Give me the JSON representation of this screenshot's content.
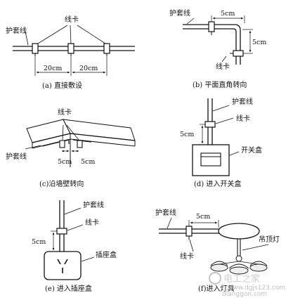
{
  "panels": {
    "a": {
      "caption": "(a) 直接敷设",
      "wire": "护套线",
      "clip": "线卡",
      "dim1": "20cm",
      "dim2": "20cm"
    },
    "b": {
      "caption": "(b) 平面直角转向",
      "wire": "护套线",
      "clip": "线卡",
      "dim_h": "5cm",
      "dim_v": "5cm"
    },
    "c": {
      "caption": "(c)沿墙壁转向",
      "wire": "护套线",
      "clip": "线卡",
      "dim1": "5cm",
      "dim2": "5cm"
    },
    "d": {
      "caption": "(d) 进入开关盒",
      "wire": "护套线",
      "clip": "线卡",
      "dim": "5cm",
      "box": "开关盒"
    },
    "e": {
      "caption": "(e) 进入插座盒",
      "wire": "护套线",
      "clip": "线卡",
      "dim": "5cm",
      "box": "插座盒"
    },
    "f": {
      "caption": "(f)进入灯具",
      "wire": "护套线",
      "clip": "线卡",
      "dim": "5cm",
      "lamp": "吊顶灯"
    }
  },
  "watermark": {
    "text": "电工之家",
    "url": "www.dgjs123.com",
    "logo_text": "dianggon.com"
  }
}
